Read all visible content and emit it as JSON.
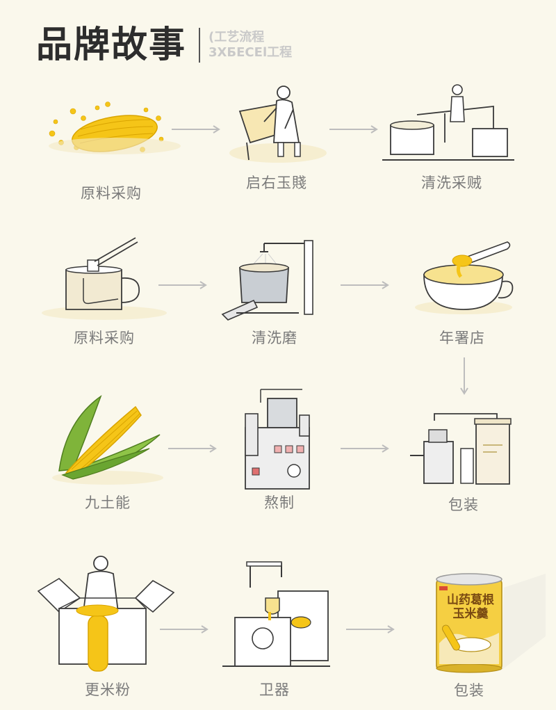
{
  "header": {
    "title": "品牌故事",
    "subtitle_line1": "(工艺流程",
    "subtitle_line2": "3XБЕСЕl工程"
  },
  "steps": [
    {
      "label": "原料采购",
      "icon": "corn-kernels-icon"
    },
    {
      "label": "启右玉賤",
      "icon": "worker-sorting-icon"
    },
    {
      "label": "清洗采贼",
      "icon": "washing-machine-icon"
    },
    {
      "label": "原料采购",
      "icon": "soaking-tank-icon"
    },
    {
      "label": "清洗磨",
      "icon": "grinder-icon"
    },
    {
      "label": "年署店",
      "icon": "porridge-bowl-icon"
    },
    {
      "label": "九土能",
      "icon": "corn-cob-icon"
    },
    {
      "label": "熬制",
      "icon": "cooking-machine-icon"
    },
    {
      "label": "包装",
      "icon": "packaging-machine-icon"
    },
    {
      "label": "更米粉",
      "icon": "worker-box-icon"
    },
    {
      "label": "卫器",
      "icon": "dispenser-icon"
    },
    {
      "label": "包装",
      "icon": "product-can-icon"
    }
  ],
  "product": {
    "name_line1": "山药葛根",
    "name_line2": "玉米羹"
  },
  "colors": {
    "background": "#faf8ec",
    "corn": "#f5c518",
    "line": "#3a3a3a",
    "label": "#7a7a7a",
    "arrow": "#bdbdbd"
  }
}
